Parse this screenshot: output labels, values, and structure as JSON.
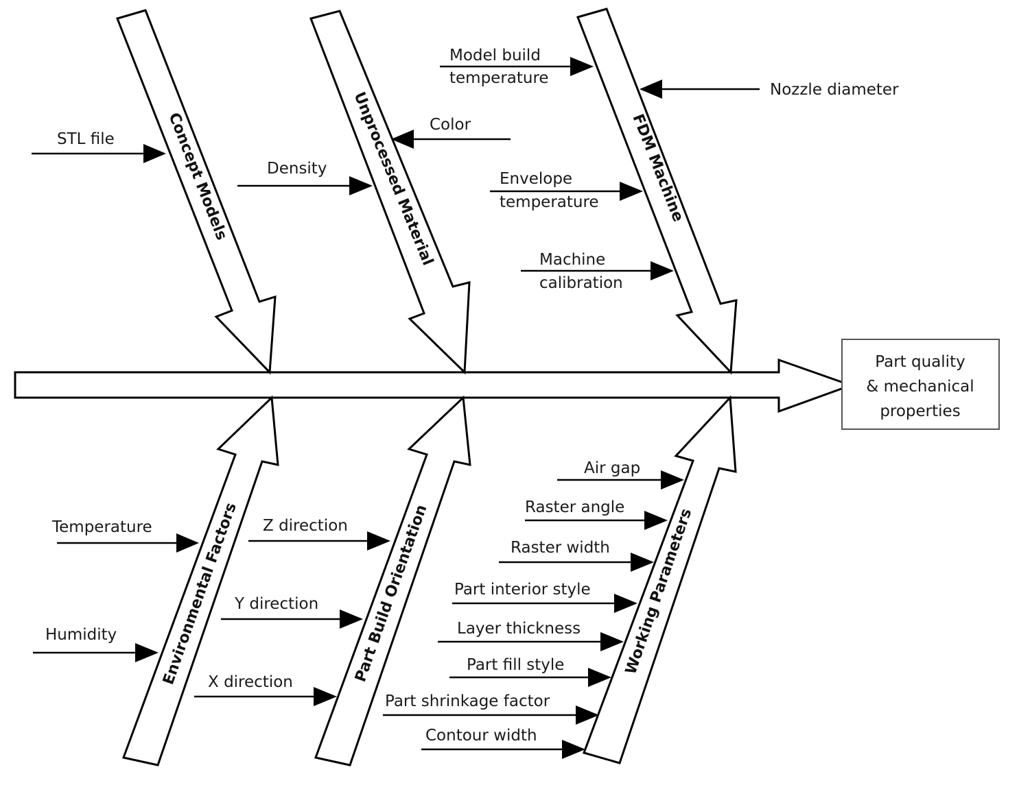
{
  "diagram": {
    "type": "fishbone (Ishikawa) cause-and-effect diagram",
    "effect": {
      "lines": [
        "Part quality",
        "& mechanical",
        "properties"
      ]
    },
    "categories": [
      {
        "id": "concept-models",
        "label": "Concept Models",
        "position": "top",
        "causes": [
          {
            "lines": [
              "STL file"
            ],
            "arrow_direction": "right"
          }
        ]
      },
      {
        "id": "unprocessed-material",
        "label": "Unprocessed Material",
        "position": "top",
        "causes": [
          {
            "lines": [
              "Density"
            ],
            "arrow_direction": "right"
          },
          {
            "lines": [
              "Color"
            ],
            "arrow_direction": "left"
          }
        ]
      },
      {
        "id": "fdm-machine",
        "label": "FDM Machine",
        "position": "top",
        "causes": [
          {
            "lines": [
              "Model build",
              "temperature"
            ],
            "arrow_direction": "right"
          },
          {
            "lines": [
              "Nozzle diameter"
            ],
            "arrow_direction": "left"
          },
          {
            "lines": [
              "Envelope",
              "temperature"
            ],
            "arrow_direction": "right"
          },
          {
            "lines": [
              "Machine",
              "calibration"
            ],
            "arrow_direction": "right"
          }
        ]
      },
      {
        "id": "environmental-factors",
        "label": "Environmental Factors",
        "position": "bottom",
        "causes": [
          {
            "lines": [
              "Temperature"
            ],
            "arrow_direction": "right"
          },
          {
            "lines": [
              "Humidity"
            ],
            "arrow_direction": "right"
          }
        ]
      },
      {
        "id": "part-build-orientation",
        "label": "Part Build Orientation",
        "position": "bottom",
        "causes": [
          {
            "lines": [
              "Z direction"
            ],
            "arrow_direction": "right"
          },
          {
            "lines": [
              "Y direction"
            ],
            "arrow_direction": "right"
          },
          {
            "lines": [
              "X direction"
            ],
            "arrow_direction": "right"
          }
        ]
      },
      {
        "id": "working-parameters",
        "label": "Working Parameters",
        "position": "bottom",
        "causes": [
          {
            "lines": [
              "Air gap"
            ],
            "arrow_direction": "right"
          },
          {
            "lines": [
              "Raster angle"
            ],
            "arrow_direction": "right"
          },
          {
            "lines": [
              "Raster width"
            ],
            "arrow_direction": "right"
          },
          {
            "lines": [
              "Part interior style"
            ],
            "arrow_direction": "right"
          },
          {
            "lines": [
              "Layer thickness"
            ],
            "arrow_direction": "right"
          },
          {
            "lines": [
              "Part fill style"
            ],
            "arrow_direction": "right"
          },
          {
            "lines": [
              "Part shrinkage factor"
            ],
            "arrow_direction": "right"
          },
          {
            "lines": [
              "Contour width"
            ],
            "arrow_direction": "right"
          }
        ]
      }
    ]
  }
}
